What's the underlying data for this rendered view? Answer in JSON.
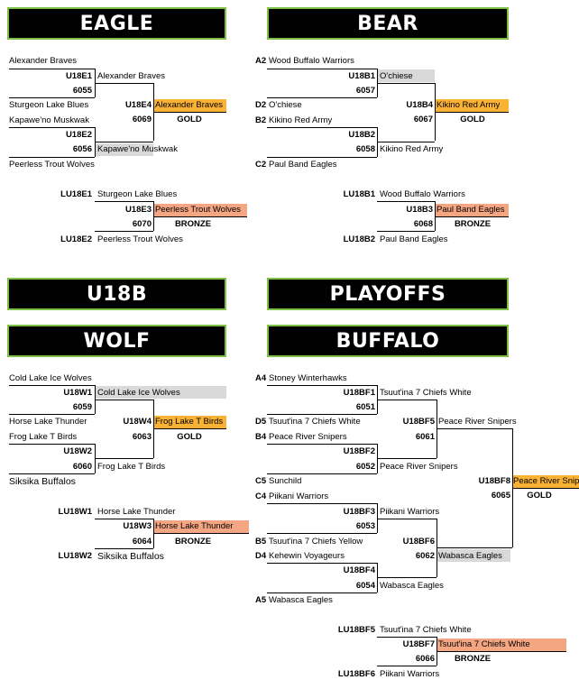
{
  "banners": {
    "eagle": "EAGLE",
    "bear": "BEAR",
    "u18b": "U18B",
    "playoffs": "PLAYOFFS",
    "wolf": "WOLF",
    "buffalo": "BUFFALO"
  },
  "colors": {
    "accent_border": "#7cc142",
    "banner_bg": "#000000",
    "loser_box": "#d9d9d9",
    "gold_box": "#f9b233",
    "bronze_box": "#f4a582"
  },
  "eagle": {
    "teams": [
      "Alexander Braves",
      "Sturgeon Lake Blues",
      "Kapawe'no Muskwak",
      "Peerless Trout Wolves"
    ],
    "g1": {
      "code": "U18E1",
      "num": "6055",
      "winner": "Alexander Braves"
    },
    "g2": {
      "code": "U18E2",
      "num": "6056",
      "winner": "Kapawe'no Muskwak"
    },
    "final": {
      "code": "U18E4",
      "num": "6069",
      "winner": "Alexander Braves",
      "label": "GOLD"
    },
    "bronze": {
      "seed1": "LU18E1",
      "team1": "Sturgeon Lake Blues",
      "seed2": "LU18E2",
      "team2": "Peerless Trout Wolves",
      "code": "U18E3",
      "num": "6070",
      "winner": "Peerless Trout Wolves",
      "label": "BRONZE"
    }
  },
  "bear": {
    "seeds": [
      "A2",
      "D2",
      "B2",
      "C2"
    ],
    "teams": [
      "Wood Buffalo Warriors",
      "O'chiese",
      "Kikino Red Army",
      "Paul Band Eagles"
    ],
    "g1": {
      "code": "U18B1",
      "num": "6057",
      "winner": "O'chiese"
    },
    "g2": {
      "code": "U18B2",
      "num": "6058",
      "winner": "Kikino Red Army"
    },
    "final": {
      "code": "U18B4",
      "num": "6067",
      "winner": "Kikino Red Army",
      "label": "GOLD"
    },
    "bronze": {
      "seed1": "LU18B1",
      "team1": "Wood Buffalo Warriors",
      "seed2": "LU18B2",
      "team2": "Paul Band Eagles",
      "code": "U18B3",
      "num": "6068",
      "winner": "Paul Band Eagles",
      "label": "BRONZE"
    }
  },
  "wolf": {
    "teams": [
      "Cold Lake Ice Wolves",
      "Horse Lake Thunder",
      "Frog Lake T Birds",
      "Siksika Buffalos"
    ],
    "g1": {
      "code": "U18W1",
      "num": "6059",
      "winner": "Cold Lake Ice Wolves"
    },
    "g2": {
      "code": "U18W2",
      "num": "6060",
      "winner": "Frog Lake T Birds"
    },
    "final": {
      "code": "U18W4",
      "num": "6063",
      "winner": "Frog Lake T Birds",
      "label": "GOLD"
    },
    "bronze": {
      "seed1": "LU18W1",
      "team1": "Horse Lake Thunder",
      "seed2": "LU18W2",
      "team2": "Siksika Buffalos",
      "code": "U18W3",
      "num": "6064",
      "winner": "Horse Lake Thunder",
      "label": "BRONZE"
    }
  },
  "buffalo": {
    "seeds": [
      "A4",
      "D5",
      "B4",
      "C5",
      "C4",
      "B5",
      "D4",
      "A5"
    ],
    "teams": [
      "Stoney Winterhawks",
      "Tsuut'ina 7 Chiefs White",
      "Peace River Snipers",
      "Sunchild",
      "Piikani Warriors",
      "Tsuut'ina 7 Chiefs Yellow",
      "Kehewin Voyageurs",
      "Wabasca Eagles"
    ],
    "qf1": {
      "code": "U18BF1",
      "num": "6051",
      "winner": "Tsuut'ina 7 Chiefs White"
    },
    "qf2": {
      "code": "U18BF2",
      "num": "6052",
      "winner": "Peace River Snipers"
    },
    "qf3": {
      "code": "U18BF3",
      "num": "6053",
      "winner": "Piikani Warriors"
    },
    "qf4": {
      "code": "U18BF4",
      "num": "6054",
      "winner": "Wabasca Eagles"
    },
    "sf1": {
      "code": "U18BF5",
      "num": "6061",
      "winner": "Peace River Snipers"
    },
    "sf2": {
      "code": "U18BF6",
      "num": "6062",
      "winner": "Wabasca Eagles"
    },
    "final": {
      "code": "U18BF8",
      "num": "6065",
      "winner": "Peace River Snipers",
      "label": "GOLD"
    },
    "bronze": {
      "seed1": "LU18BF5",
      "team1": "Tsuut'ina 7 Chiefs White",
      "seed2": "LU18BF6",
      "team2": "Piikani Warriors",
      "code": "U18BF7",
      "num": "6066",
      "winner": "Tsuut'ina 7 Chiefs White",
      "label": "BRONZE"
    }
  }
}
